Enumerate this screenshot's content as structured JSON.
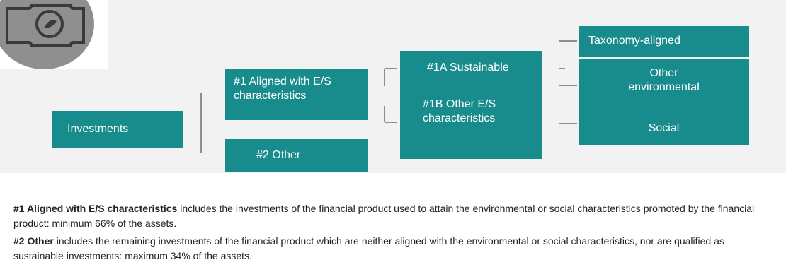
{
  "diagram": {
    "investments": "Investments",
    "aligned": "#1 Aligned with E/S characteristics",
    "other": "#2 Other",
    "sustainable": "#1A Sustainable",
    "other_es": "#1B Other E/S characteristics",
    "taxonomy": "Taxonomy-aligned",
    "other_env": "Other environmental",
    "social": "Social"
  },
  "notes": [
    {
      "term": "#1 Aligned with E/S characteristics",
      "text": " includes the investments of the financial product used to attain the environmental or social characteristics promoted by the financial product: minimum 66% of the assets."
    },
    {
      "term": "#2 Other",
      "text": " includes the remaining investments of the financial product which are neither aligned with the environmental or social characteristics, nor are qualified as sustainable investments: maximum 34% of the assets."
    }
  ],
  "colors": {
    "box": "#188c8c",
    "panel": "#f2f2f2",
    "icon": "#8f8f8f"
  },
  "icons": {
    "header": "banknote-icon"
  }
}
